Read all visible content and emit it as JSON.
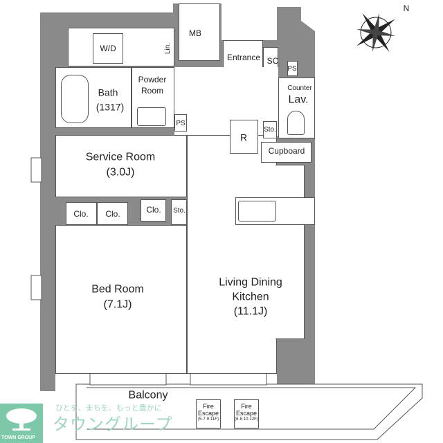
{
  "rooms": {
    "wd": "W/D",
    "lin": "Lin.",
    "mb": "MB",
    "entrance": "Entrance",
    "sc": "SC",
    "ps_top": "PS",
    "counter": "Counter",
    "lav": "Lav.",
    "bath": "Bath",
    "bath_size": "(1317)",
    "powder1": "Powder",
    "powder2": "Room",
    "ps_mid": "PS",
    "r": "R",
    "sto_top": "Sto.",
    "cupboard": "Cupboard",
    "service": "Service Room",
    "service_size": "(3.0J)",
    "clo1": "Clo.",
    "clo2": "Clo.",
    "clo3": "Clo.",
    "sto_mid": "Sto.",
    "bed": "Bed Room",
    "bed_size": "(7.1J)",
    "ldk1": "Living Dining",
    "ldk2": "Kitchen",
    "ldk_size": "(11.1J)",
    "balcony": "Balcony",
    "fire1": "Fire",
    "fire1b": "Escape",
    "fire1_floors": "(5·7·9·11F)",
    "fire2": "Fire",
    "fire2b": "Escape",
    "fire2_floors": "(6·8·10·12F)"
  },
  "compass": {
    "north": "N"
  },
  "watermark": {
    "slogan": "ひとを、まちを、もっと豊かに",
    "brand": "タウングループ",
    "logo_text": "TOWN GROUP",
    "color": "#7cc8a8"
  },
  "colors": {
    "wall": "#8a8a8a"
  }
}
